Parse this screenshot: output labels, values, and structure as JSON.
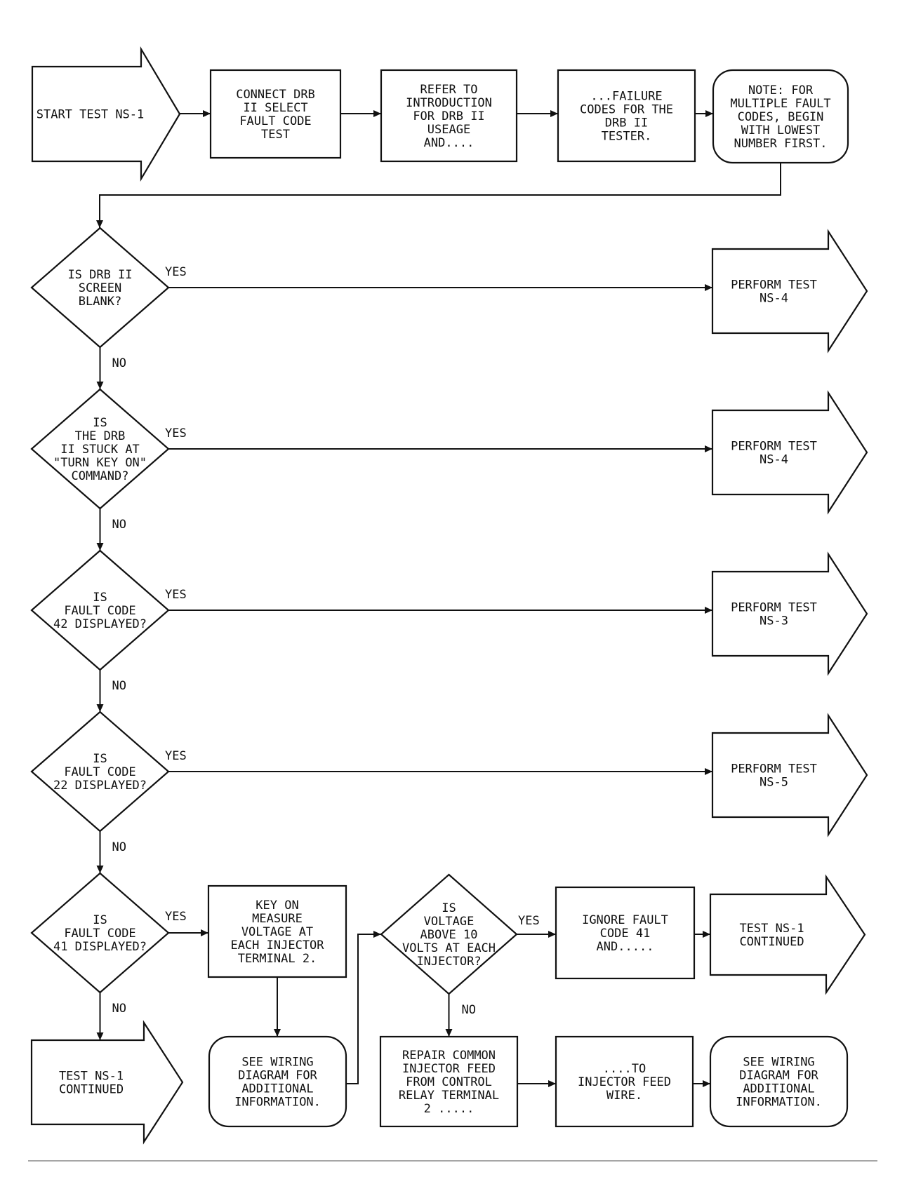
{
  "nodes": {
    "start": [
      "START TEST NS-1"
    ],
    "connect": [
      "CONNECT DRB",
      "II SELECT",
      "FAULT CODE",
      "TEST"
    ],
    "refer": [
      "REFER TO",
      "INTRODUCTION",
      "FOR DRB II",
      "USEAGE",
      "AND...."
    ],
    "failure": [
      "...FAILURE",
      "CODES FOR THE",
      "DRB II",
      "TESTER."
    ],
    "note": [
      "NOTE: FOR",
      "MULTIPLE FAULT",
      "CODES, BEGIN",
      "WITH LOWEST",
      "NUMBER FIRST."
    ],
    "d1": [
      "IS DRB II",
      "SCREEN",
      "BLANK?"
    ],
    "d2": [
      "IS",
      "THE DRB",
      "II STUCK AT",
      "\"TURN KEY ON\"",
      "COMMAND?"
    ],
    "d3": [
      "IS",
      "FAULT CODE",
      "42 DISPLAYED?"
    ],
    "d4": [
      "IS",
      "FAULT CODE",
      "22 DISPLAYED?"
    ],
    "d5": [
      "IS",
      "FAULT CODE",
      "41 DISPLAYED?"
    ],
    "ns4a": [
      "PERFORM TEST",
      "NS-4"
    ],
    "ns4b": [
      "PERFORM TEST",
      "NS-4"
    ],
    "ns3": [
      "PERFORM TEST",
      "NS-3"
    ],
    "ns5": [
      "PERFORM TEST",
      "NS-5"
    ],
    "keyon": [
      "KEY ON",
      "MEASURE",
      "VOLTAGE AT",
      "EACH INJECTOR",
      "TERMINAL 2."
    ],
    "d6": [
      "IS",
      "VOLTAGE",
      "ABOVE 10",
      "VOLTS AT EACH",
      "INJECTOR?"
    ],
    "ignore": [
      "IGNORE FAULT",
      "CODE 41",
      "AND....."
    ],
    "cont_right": [
      "TEST NS-1",
      "CONTINUED"
    ],
    "cont_bottom": [
      "TEST NS-1",
      "CONTINUED"
    ],
    "wiring1": [
      "SEE WIRING",
      "DIAGRAM FOR",
      "ADDITIONAL",
      "INFORMATION."
    ],
    "repair": [
      "REPAIR COMMON",
      "INJECTOR FEED",
      "FROM CONTROL",
      "RELAY TERMINAL",
      "2 ....."
    ],
    "to_feed": [
      "....TO",
      "INJECTOR FEED",
      "WIRE."
    ],
    "wiring2": [
      "SEE WIRING",
      "DIAGRAM FOR",
      "ADDITIONAL",
      "INFORMATION."
    ]
  },
  "edge_labels": {
    "d1_yes": "YES",
    "d1_no": "NO",
    "d2_yes": "YES",
    "d2_no": "NO",
    "d3_yes": "YES",
    "d3_no": "NO",
    "d4_yes": "YES",
    "d4_no": "NO",
    "d5_yes": "YES",
    "d5_no": "NO",
    "d6_yes": "YES",
    "d6_no": "NO"
  }
}
